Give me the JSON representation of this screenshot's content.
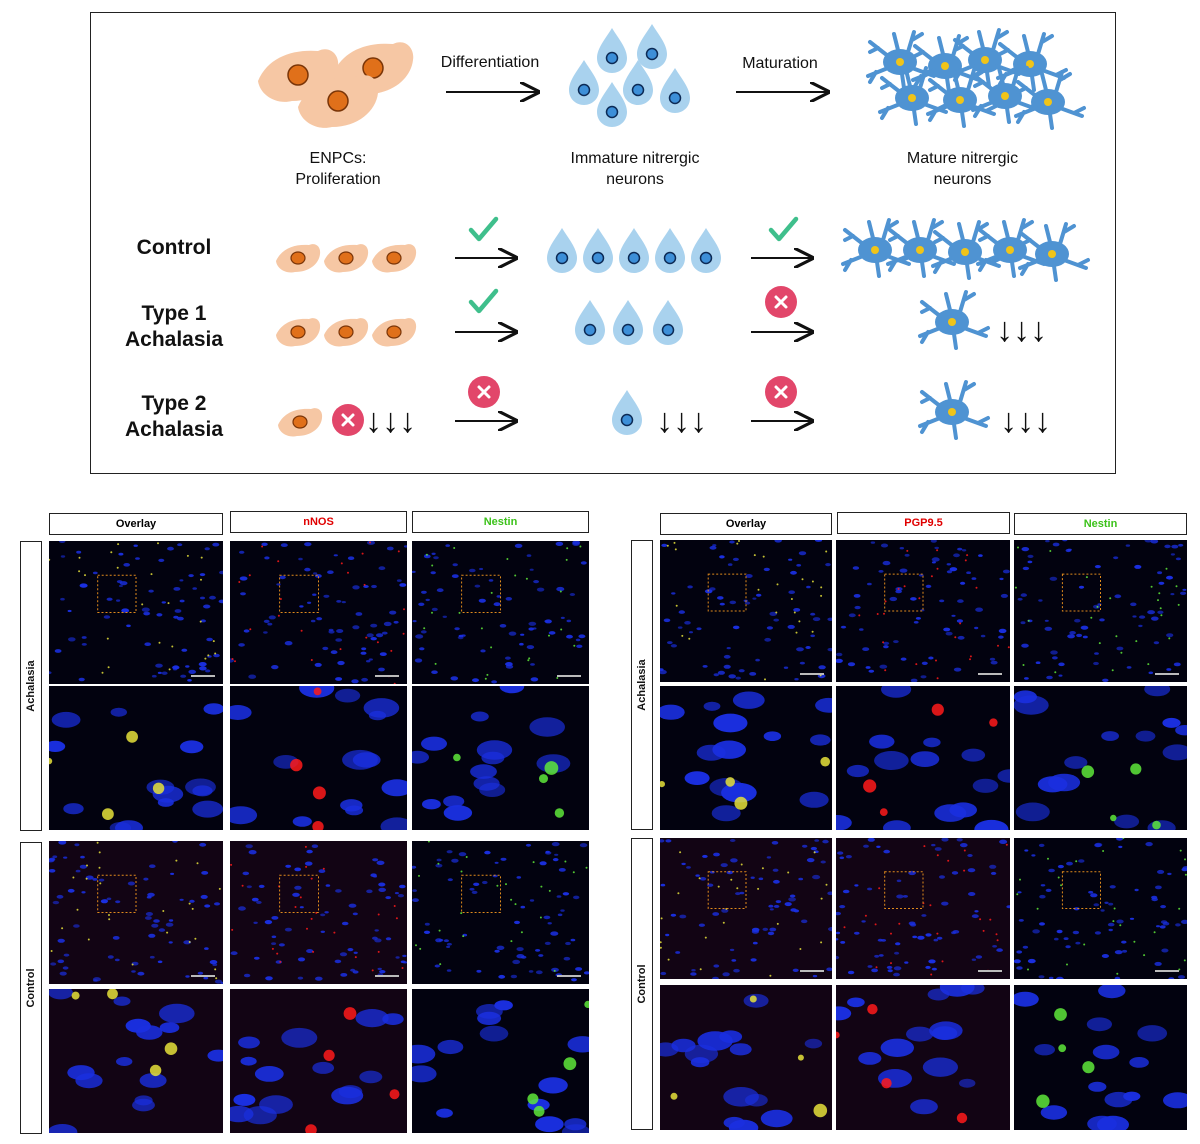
{
  "schema": {
    "steps": {
      "differentiation": "Differentiation",
      "maturation": "Maturation"
    },
    "stages": {
      "enpc_line1": "ENPCs:",
      "enpc_line2": "Proliferation",
      "immature_line1": "Immature nitrergic",
      "immature_line2": "neurons",
      "mature_line1": "Mature nitrergic",
      "mature_line2": "neurons"
    },
    "rows": {
      "control": "Control",
      "type1_line1": "Type 1",
      "type1_line2": "Achalasia",
      "type2_line1": "Type 2",
      "type2_line2": "Achalasia"
    },
    "decrease_arrows": "↓↓↓",
    "colors": {
      "enpc": "#f6c7a4",
      "enpc_nucleus": "#e0701a",
      "neuron": "#4f93d2",
      "drop": "#a9d2ee",
      "check": "#3fbf8c",
      "cross": "#e2466a"
    }
  },
  "left_panel": {
    "columns": [
      "Overlay",
      "nNOS",
      "Nestin"
    ],
    "column_colors": [
      "#111111",
      "#e00000",
      "#3cc21a"
    ],
    "rows": [
      "Achalasia",
      "Control"
    ]
  },
  "right_panel": {
    "columns": [
      "Overlay",
      "PGP9.5",
      "Nestin"
    ],
    "column_colors": [
      "#111111",
      "#e00000",
      "#3cc21a"
    ],
    "rows": [
      "Achalasia",
      "Control"
    ]
  }
}
